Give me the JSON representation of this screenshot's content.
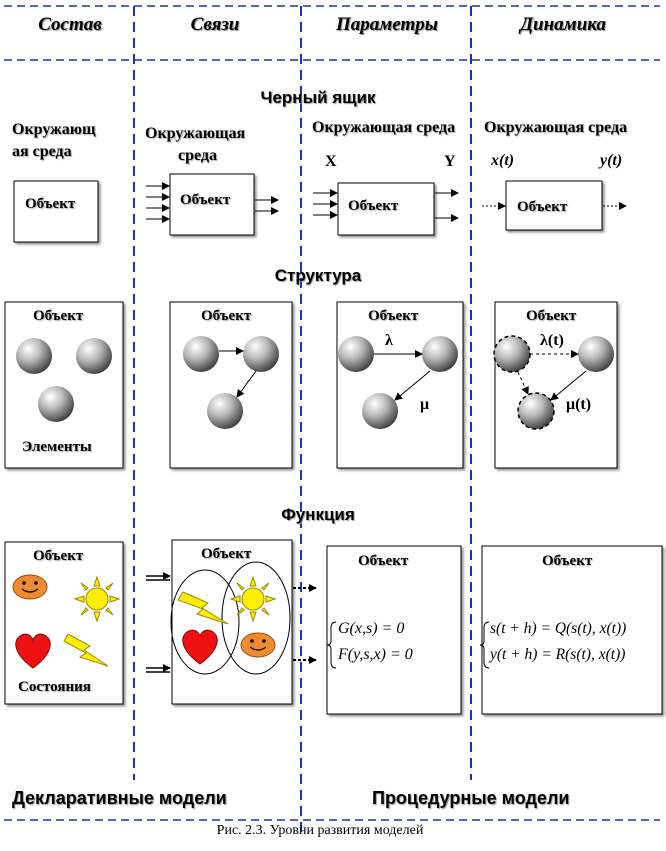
{
  "headers": [
    "Состав",
    "Связи",
    "Параметры",
    "Динамика"
  ],
  "sections": {
    "black_box": "Черный ящик",
    "structure": "Структура",
    "function": "Функция"
  },
  "environment": {
    "col1_line1": "Окружающ",
    "col1_line2": "ая среда",
    "col2_line1": "Окружающая",
    "col2_line2": "среда",
    "col3": "Окружающая среда",
    "col4": "Окружающая среда"
  },
  "object_label": "Объект",
  "io": {
    "x_upper": "X",
    "y_upper": "Y",
    "x_t": "x(t)",
    "y_t": "y(t)"
  },
  "structure_labels": {
    "elements": "Элементы",
    "lambda": "λ",
    "mu": "μ",
    "lambda_t": "λ(t)",
    "mu_t": "μ(t)"
  },
  "function_labels": {
    "states": "Состояния"
  },
  "equations": {
    "param_1": "G(x,s) = 0",
    "param_2": "F(y,s,x) = 0",
    "dyn_1": "s(t + h) = Q(s(t), x(t))",
    "dyn_2": "y(t + h) = R(s(t), x(t))"
  },
  "footer": {
    "declarative": "Декларативные модели",
    "procedural": "Процедурные модели"
  },
  "caption": "Рис. 2.3. Уровни развития моделей",
  "colors": {
    "divider": "#1c2fc4",
    "sun": "#ffee00",
    "lightning": "#ffee00",
    "heart": "#ee1111",
    "smiley": "#f08a30"
  }
}
